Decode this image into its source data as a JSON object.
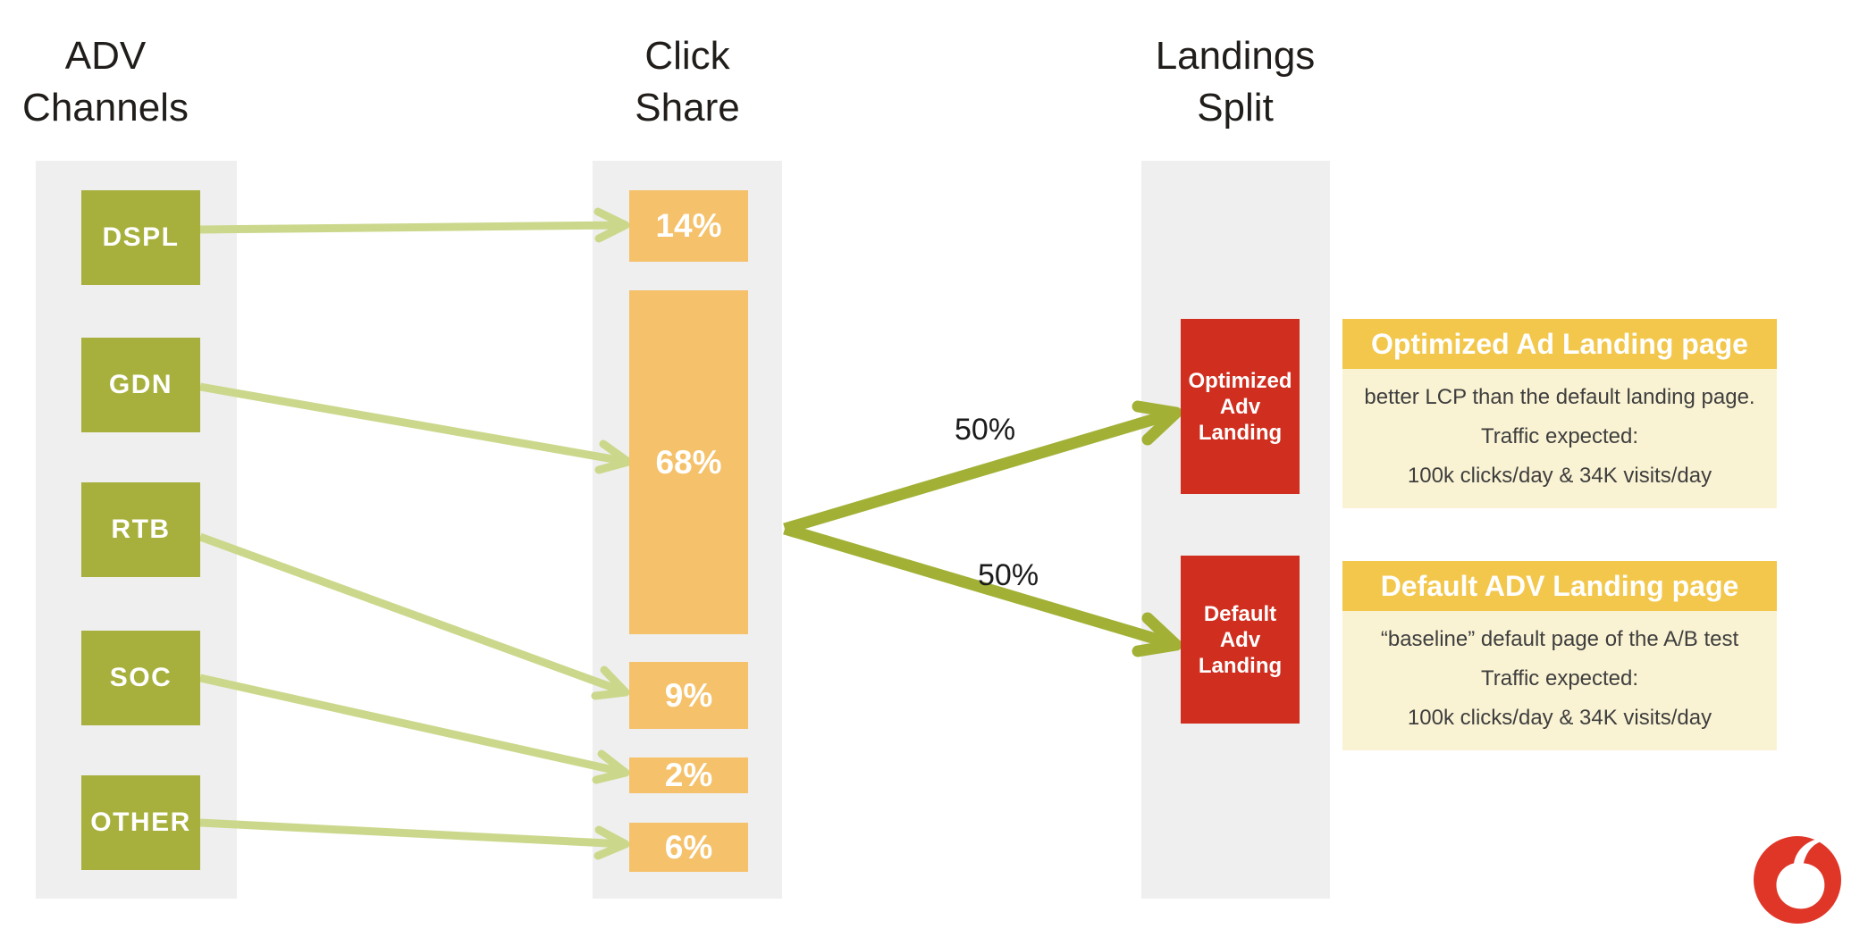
{
  "headers": {
    "adv_channels": "ADV Channels",
    "click_share": "Click Share",
    "landings_split": "Landings Split"
  },
  "channels": [
    "DSPL",
    "GDN",
    "RTB",
    "SOC",
    "OTHER"
  ],
  "click_share": [
    "14%",
    "68%",
    "9%",
    "2%",
    "6%"
  ],
  "flows": [
    {
      "from": "DSPL",
      "to": "14%"
    },
    {
      "from": "GDN",
      "to": "68%"
    },
    {
      "from": "RTB",
      "to": "9%"
    },
    {
      "from": "SOC",
      "to": "2%"
    },
    {
      "from": "OTHER",
      "to": "6%"
    }
  ],
  "split": {
    "top_label": "50%",
    "bottom_label": "50%"
  },
  "landings": [
    "Optimized Adv Landing",
    "Default Adv Landing"
  ],
  "cards": [
    {
      "title": "Optimized Ad Landing page",
      "line1": "better LCP than the default landing page.",
      "line2": "Traffic expected:",
      "line3": "100k clicks/day  & 34K visits/day"
    },
    {
      "title": "Default ADV Landing page",
      "line1": "“baseline” default page of the A/B test",
      "line2": "Traffic expected:",
      "line3": "100k clicks/day  & 34K visits/day"
    }
  ],
  "logo": {
    "name": "vodafone-speechmark"
  },
  "colors": {
    "column_gray": "#F0EFEF",
    "channel_green": "#A7B03C",
    "light_arrow_green": "#CBD88C",
    "split_arrow_green": "#A2B136",
    "share_orange": "#F5C16A",
    "landing_red": "#D02E1F",
    "card_header_gold": "#F2C74B",
    "card_body_cream": "#FAF3D3",
    "logo_red": "#DF3628",
    "title_text": "#201D1A",
    "body_text": "#3E3E3E"
  }
}
